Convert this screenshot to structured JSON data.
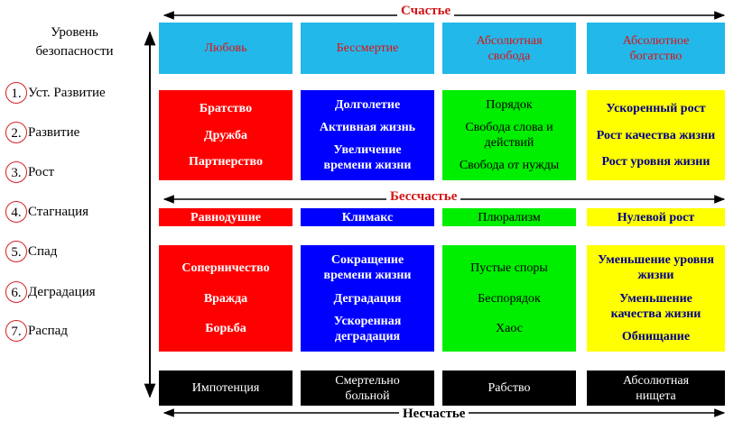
{
  "left_title": [
    "Уровень",
    "безопасности"
  ],
  "levels": [
    {
      "num": "1.",
      "label": "Уст. Развитие"
    },
    {
      "num": "2.",
      "label": "Развитие"
    },
    {
      "num": "3.",
      "label": "Рост"
    },
    {
      "num": "4.",
      "label": "Стагнация"
    },
    {
      "num": "5.",
      "label": "Спад"
    },
    {
      "num": "6.",
      "label": "Деградация"
    },
    {
      "num": "7.",
      "label": "Распад"
    }
  ],
  "labels": {
    "happiness": "Счастье",
    "unhappiness": "Бессчастье",
    "misfortune": "Несчастье"
  },
  "colors": {
    "cyan": "#22b8ea",
    "red": "#ff0000",
    "blue": "#0000ff",
    "green": "#00ee00",
    "yellow": "#ffff00",
    "black": "#000000",
    "red_text": "#e01010"
  },
  "rows": {
    "top": [
      "Любовь",
      "Бессмертие",
      "Абсолютная свобода",
      "Абсолютное богатство"
    ],
    "growth": [
      [
        "Братство",
        "Дружба",
        "Партнерство"
      ],
      [
        "Долголетие",
        "Активная жизнь",
        "Увеличение времени жизни"
      ],
      [
        "Порядок",
        "Свобода слова и действий",
        "Свобода от нужды"
      ],
      [
        "Ускоренный рост",
        "Рост качества жизни",
        "Рост уровня жизни"
      ]
    ],
    "stagnation": [
      "Равнодушие",
      "Климакс",
      "Плюрализм",
      "Нулевой рост"
    ],
    "decline": [
      [
        "Соперничество",
        "Вражда",
        "Борьба"
      ],
      [
        "Сокращение времени жизни",
        "Деградация",
        "Ускоренная деградация"
      ],
      [
        "Пустые споры",
        "Беспорядок",
        "Хаос"
      ],
      [
        "Уменьшение уровня жизни",
        "Уменьшение качества жизни",
        "Обнищание"
      ]
    ],
    "bottom": [
      "Импотенция",
      "Смертельно больной",
      "Рабство",
      "Абсолютная нищета"
    ]
  }
}
